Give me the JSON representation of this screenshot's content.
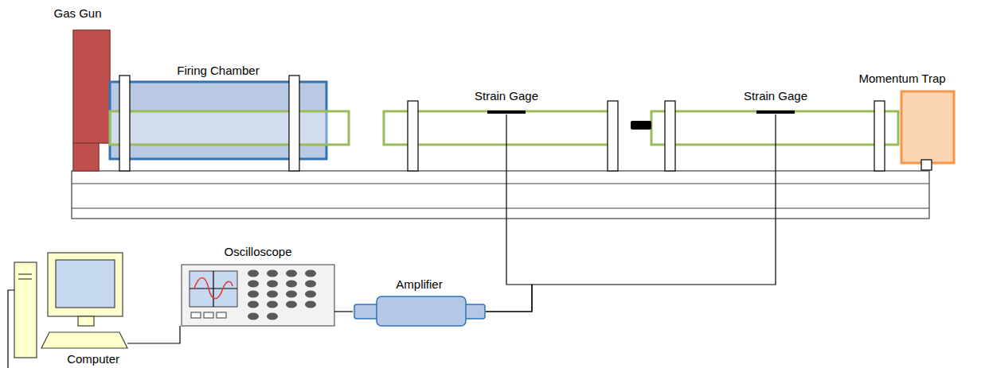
{
  "diagram": {
    "nodes": [
      {
        "text": [
          "Gas Gun"
        ]
      },
      {
        "text": [
          "Firing Chamber"
        ]
      },
      {
        "text": [
          "Strain Gage"
        ]
      },
      {
        "text": [
          "Strain Gage"
        ]
      },
      {
        "text": [
          "Momentum Trap"
        ]
      },
      {
        "text": [
          "Computer"
        ]
      },
      {
        "text": [
          "Oscilloscope"
        ]
      },
      {
        "text": [
          "Amplifier"
        ]
      }
    ],
    "edges": [
      {
        "from": 2,
        "to": 7,
        "arrow": "none"
      },
      {
        "from": 3,
        "to": 7,
        "arrow": "none"
      },
      {
        "from": 7,
        "to": 6,
        "arrow": "none"
      },
      {
        "from": 6,
        "to": 5,
        "arrow": "none"
      }
    ]
  }
}
